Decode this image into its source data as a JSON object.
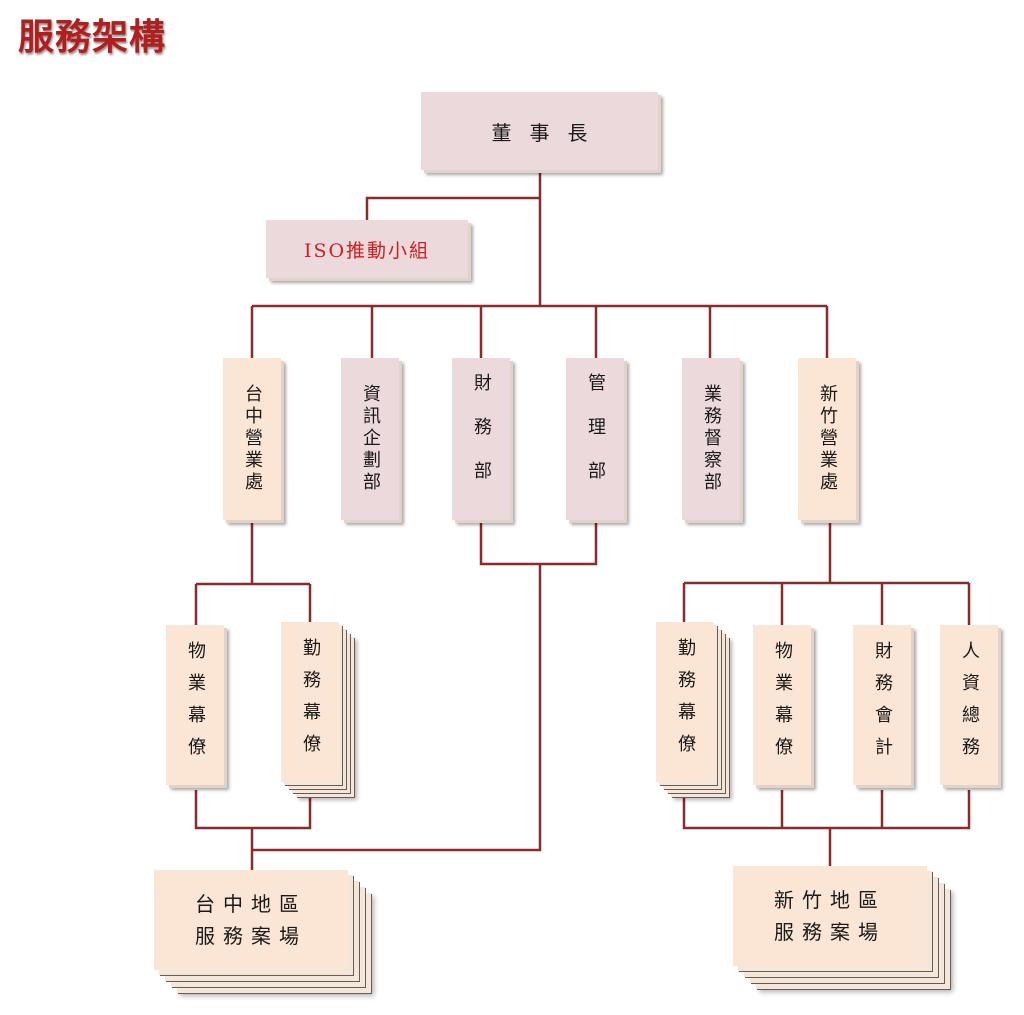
{
  "title": "服務架構",
  "colors": {
    "title": "#b21e1e",
    "line": "#8b2a2a",
    "pink_box": "#ecd9dc",
    "peach_box": "#fbe5d4",
    "iso_text": "#cc1f1f"
  },
  "chairman": "董事長",
  "iso_group": "ISO推動小組",
  "departments": {
    "taichung_office": "台中營業處",
    "it_planning": "資訊企劃部",
    "finance": "財務部",
    "management": "管理部",
    "business_supervision": "業務督察部",
    "hsinchu_office": "新竹營業處"
  },
  "taichung_staff": {
    "property": "物業幕僚",
    "service": "勤務幕僚"
  },
  "hsinchu_staff": {
    "service": "勤務幕僚",
    "property": "物業幕僚",
    "accounting": "財務會計",
    "hr_admin": "人資總務"
  },
  "sites": {
    "taichung": [
      "台中地區",
      "服務案場"
    ],
    "hsinchu": [
      "新竹地區",
      "服務案場"
    ]
  }
}
